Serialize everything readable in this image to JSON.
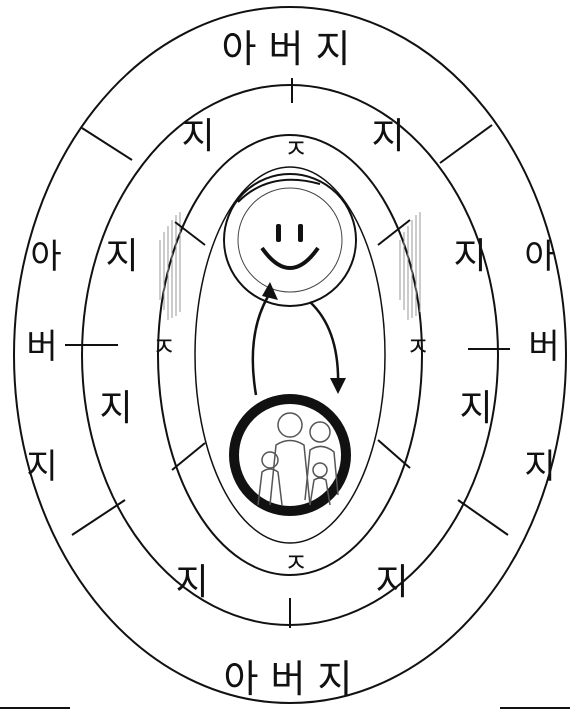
{
  "outer_ring": {
    "top": "아 버 지",
    "bottom": "아 버 지",
    "left": [
      "아",
      "버",
      "지"
    ],
    "right": [
      "아",
      "버",
      "지"
    ]
  },
  "middle_ring": {
    "top_left": "지",
    "top_right": "지",
    "left_upper": "지",
    "left_lower": "지",
    "right_upper": "지",
    "right_lower": "지",
    "bottom_left": "지",
    "bottom_right": "지"
  },
  "inner_ring": {
    "top": "ㅈ",
    "bottom": "ㅈ",
    "left": "ㅈ",
    "right": "ㅈ"
  },
  "icons": {
    "top_circle": "smiley-face-icon",
    "bottom_circle": "family-group-icon"
  },
  "colors": {
    "ink": "#111111",
    "background": "#ffffff"
  }
}
